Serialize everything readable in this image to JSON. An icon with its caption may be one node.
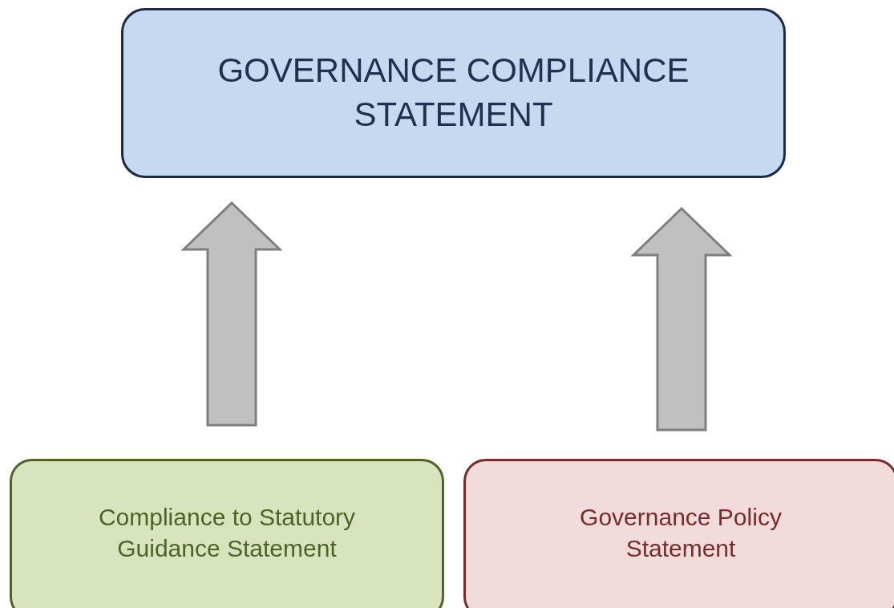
{
  "diagram": {
    "nodes": [
      {
        "text": [
          "GOVERNANCE COMPLIANCE STATEMENT"
        ]
      },
      {
        "text": [
          "Compliance to Statutory Guidance Statement"
        ]
      },
      {
        "text": [
          "Governance Policy Statement"
        ]
      }
    ],
    "edges": [
      {
        "from": 1,
        "to": 0,
        "arrow": "to"
      },
      {
        "from": 2,
        "to": 0,
        "arrow": "to"
      }
    ]
  }
}
